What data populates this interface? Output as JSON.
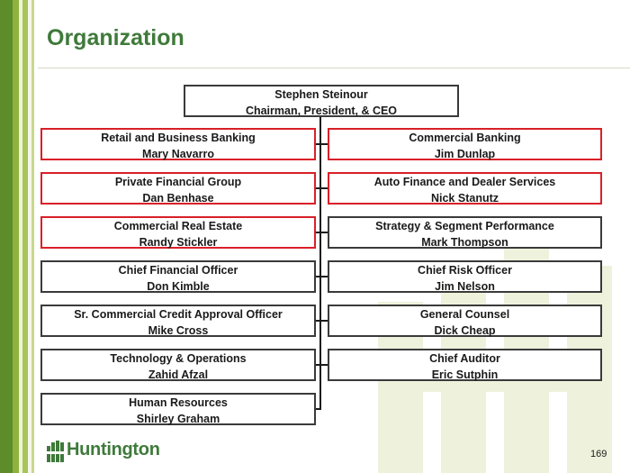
{
  "slide": {
    "title": "Organization",
    "page_number": "169",
    "logo_text": "Huntington"
  },
  "colors": {
    "title_green": "#3f7a3a",
    "stripe_dark": "#5d8c2a",
    "stripe_mid": "#8fb23e",
    "stripe_light": "#c8d88e",
    "highlight_border": "#d92028",
    "default_border": "#3a3a3a"
  },
  "org": {
    "root": {
      "title": "Stephen Steinour",
      "subtitle": "Chairman, President, & CEO"
    },
    "left": [
      {
        "title": "Retail and Business Banking",
        "name": "Mary Navarro",
        "highlight": true
      },
      {
        "title": "Private Financial Group",
        "name": "Dan Benhase",
        "highlight": true
      },
      {
        "title": "Commercial Real Estate",
        "name": "Randy Stickler",
        "highlight": true
      },
      {
        "title": "Chief Financial Officer",
        "name": "Don Kimble",
        "highlight": false
      },
      {
        "title": "Sr. Commercial Credit Approval Officer",
        "name": "Mike Cross",
        "highlight": false
      },
      {
        "title": "Technology & Operations",
        "name": "Zahid Afzal",
        "highlight": false
      },
      {
        "title": "Human Resources",
        "name": "Shirley Graham",
        "highlight": false
      }
    ],
    "right": [
      {
        "title": "Commercial Banking",
        "name": "Jim Dunlap",
        "highlight": true
      },
      {
        "title": "Auto Finance and Dealer Services",
        "name": "Nick Stanutz",
        "highlight": true
      },
      {
        "title": "Strategy & Segment Performance",
        "name": "Mark Thompson",
        "highlight": false
      },
      {
        "title": "Chief Risk Officer",
        "name": "Jim Nelson",
        "highlight": false
      },
      {
        "title": "General Counsel",
        "name": "Dick Cheap",
        "highlight": false
      },
      {
        "title": "Chief Auditor",
        "name": "Eric Sutphin",
        "highlight": false
      }
    ]
  }
}
